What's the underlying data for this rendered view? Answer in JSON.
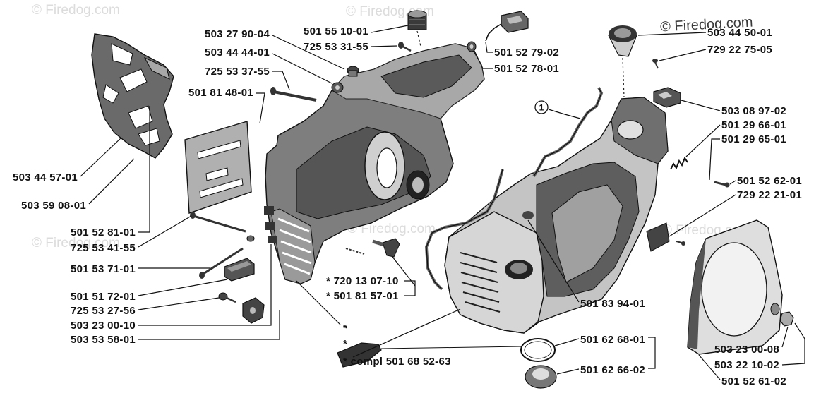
{
  "watermark": "© Firedog.com",
  "marker": "1",
  "callouts": [
    "503 27 90-04",
    "503 44 44-01",
    "725 53 37-55",
    "501 81 48-01",
    "501 55 10-01",
    "725 53 31-55",
    "501 52 79-02",
    "501 52 78-01",
    "503 44 50-01",
    "729 22 75-05",
    "503 08 97-02",
    "501 29 66-01",
    "501 29 65-01",
    "501 52 62-01",
    "729 22 21-01",
    "503 44 57-01",
    "503 59 08-01",
    "501 52 81-01",
    "725 53 41-55",
    "501 53 71-01",
    "501 51 72-01",
    "725 53 27-56",
    "503 23 00-10",
    "503 53 58-01",
    "* 720 13 07-10",
    "* 501 81 57-01",
    "*",
    "*",
    "* compl 501 68 52-63",
    "501 83 94-01",
    "501 62 68-01",
    "501 62 66-02",
    "503 23 00-08",
    "503 22 10-02",
    "501 52 61-02"
  ]
}
